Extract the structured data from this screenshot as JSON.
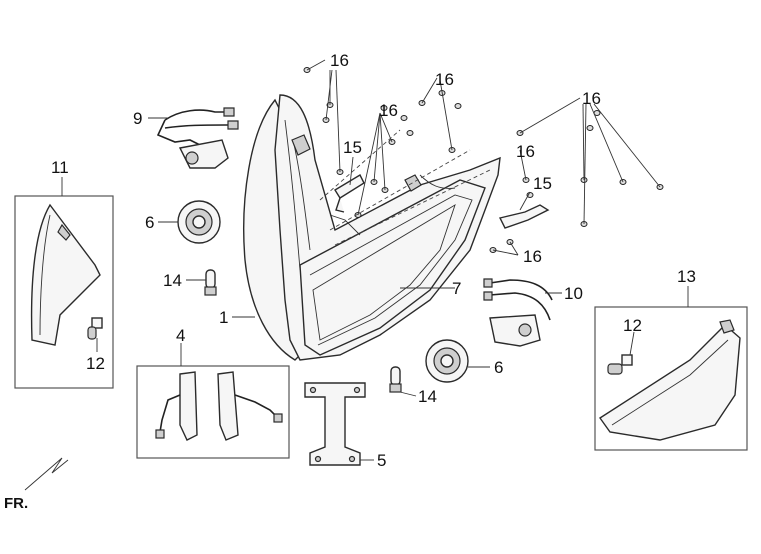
{
  "diagram": {
    "orientation_label": "FR.",
    "callouts": [
      {
        "id": "c16a",
        "text": "16"
      },
      {
        "id": "c16b",
        "text": "16"
      },
      {
        "id": "c16c",
        "text": "16"
      },
      {
        "id": "c16d",
        "text": "16"
      },
      {
        "id": "c16e",
        "text": "16"
      },
      {
        "id": "c16f",
        "text": "16"
      },
      {
        "id": "c9",
        "text": "9"
      },
      {
        "id": "c15a",
        "text": "15"
      },
      {
        "id": "c15b",
        "text": "15"
      },
      {
        "id": "c11",
        "text": "11"
      },
      {
        "id": "c6a",
        "text": "6"
      },
      {
        "id": "c6b",
        "text": "6"
      },
      {
        "id": "c14a",
        "text": "14"
      },
      {
        "id": "c14b",
        "text": "14"
      },
      {
        "id": "c7",
        "text": "7"
      },
      {
        "id": "c10",
        "text": "10"
      },
      {
        "id": "c13",
        "text": "13"
      },
      {
        "id": "c1",
        "text": "1"
      },
      {
        "id": "c12a",
        "text": "12"
      },
      {
        "id": "c12b",
        "text": "12"
      },
      {
        "id": "c4",
        "text": "4"
      },
      {
        "id": "c5",
        "text": "5"
      }
    ]
  }
}
